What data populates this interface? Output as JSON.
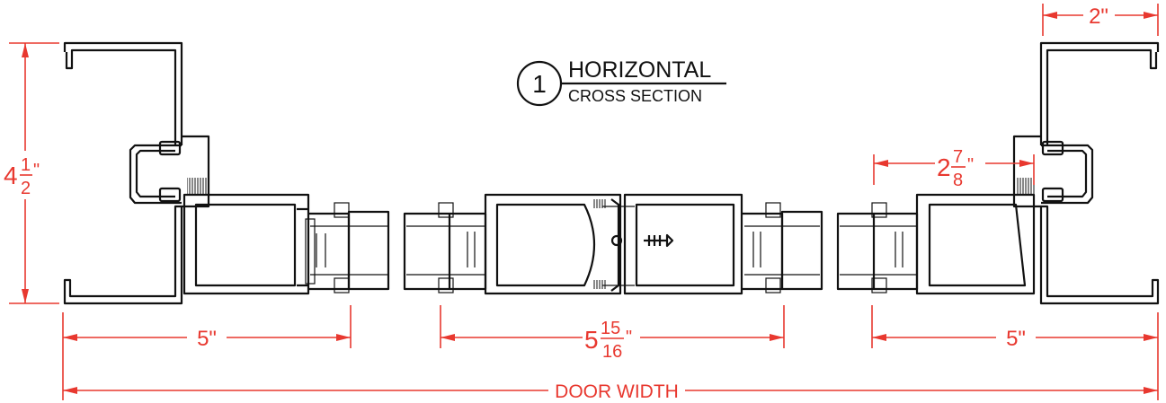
{
  "title": {
    "number": "1",
    "line1": "HORIZONTAL",
    "line2": "CROSS SECTION"
  },
  "dimensions": {
    "frame_face": "2\"",
    "frame_depth_whole": "4",
    "frame_depth_num": "1",
    "frame_depth_den": "2",
    "frame_depth_unit": "\"",
    "pivot_whole": "2",
    "pivot_num": "7",
    "pivot_den": "8",
    "pivot_unit": "\"",
    "left_stile": "5\"",
    "meeting_whole": "5",
    "meeting_num": "15",
    "meeting_den": "16",
    "meeting_unit": "\"",
    "right_stile": "5\"",
    "door_width": "DOOR WIDTH"
  },
  "colors": {
    "dimension": "#e8382f",
    "linework": "#111111"
  }
}
